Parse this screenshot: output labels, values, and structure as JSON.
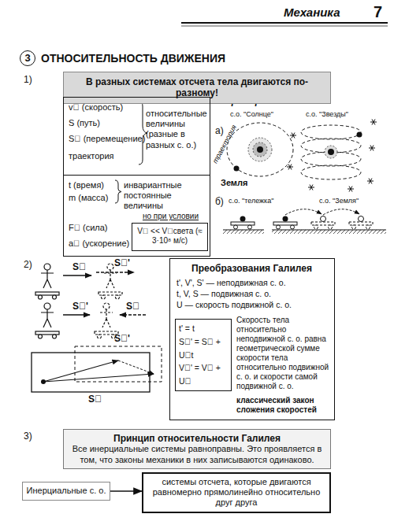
{
  "diagram": {
    "title": "ОТНОСИТЕЛЬНОСТЬ ДВИЖЕНИЯ",
    "nodes": [
      {
        "text": [
          "3"
        ]
      },
      {
        "text": [
          "В разных системах отсчета тела двигаются по-разному!"
        ]
      },
      {
        "text": [
          "v⃗ (скорость)",
          "S (путь)",
          "S⃗ (перемещение)",
          "траектория",
          "относительные величины (разные в разных с. о.)"
        ]
      },
      {
        "text": [
          "t (время)",
          "m (масса)",
          "инвариантные постоянные величины",
          "F⃗ (сила)",
          "a⃗ (ускорение)"
        ]
      },
      {
        "text": [
          "но при условии",
          "V⃗ << V⃗света (≈ 3·10⁸ м/с)"
        ],
        "in": 3
      },
      {
        "text": [
          "Преобразования Галилея",
          "t', V', S' — неподвижная с. о.",
          "t, V, S — подвижная с. о.",
          "U — скорость подвижной с. о.",
          "Скорость тела относительно неподвижной с. о. равна геометрической сумме скорости тела относительно подвижной с. о. и скорости самой подвижной с. о.",
          "классический закон сложения скоростей"
        ]
      },
      {
        "text": [
          "t' = t",
          "S⃗' = S⃗ + U⃗t",
          "V⃗' = V⃗ + U⃗"
        ],
        "in": 5
      },
      {
        "text": [
          "Принцип относительности Галилея",
          "Все инерциальные системы равноправны. Это проявляется в том, что законы механики в них записываются одинаково."
        ]
      },
      {
        "text": [
          "Инерциальные с. о."
        ]
      },
      {
        "text": [
          "системы отсчета, которые двигаются равномерно прямолинейно относительно друг друга"
        ]
      }
    ],
    "edges": [
      {
        "from": 8,
        "to": 9,
        "arrow": "to"
      }
    ],
    "labels": [
      "Механика",
      "7",
      "1)",
      "Пример:",
      "а)",
      "с.о. \"Солнце\"",
      "с.о. \"Звезды\"",
      "траектория",
      "Земля",
      "б)",
      "с.о. \"тележка\"",
      "с.о. \"Земля\"",
      "2)",
      "S⃗",
      "S⃗'",
      "S⃗'",
      "S⃗",
      "S⃗'",
      "S⃗",
      "3)"
    ]
  }
}
